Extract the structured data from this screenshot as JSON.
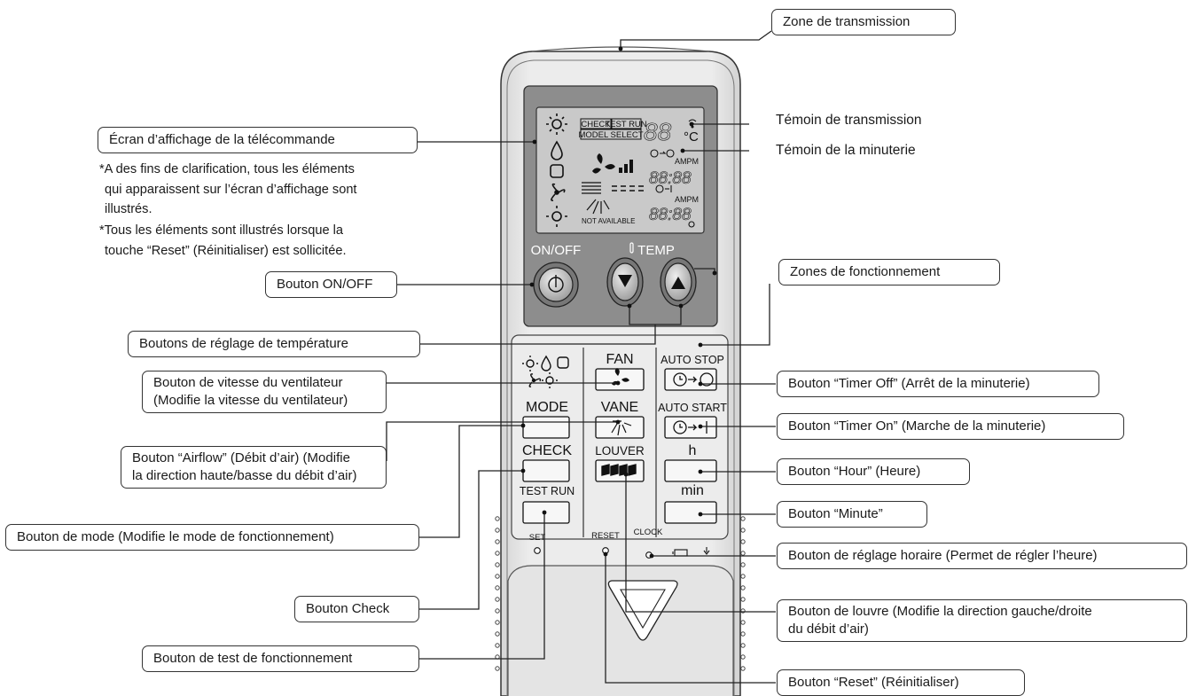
{
  "callouts": {
    "transmission_zone": "Zone de transmission",
    "display_screen": "Écran d’affichage de la télécommande",
    "on_off_button": "Bouton ON/OFF",
    "operation_zones": "Zones de fonctionnement",
    "temp_buttons": "Boutons de réglage de température",
    "fan_speed_button": [
      "Bouton de vitesse du ventilateur",
      "(Modifie la vitesse du ventilateur)"
    ],
    "timer_off_button": "Bouton “Timer Off” (Arrêt de la minuterie)",
    "timer_on_button": "Bouton “Timer On” (Marche de la minuterie)",
    "airflow_button": [
      "Bouton “Airflow” (Débit d’air) (Modifie",
      "la direction haute/basse du débit d’air)"
    ],
    "hour_button": "Bouton “Hour” (Heure)",
    "minute_button": "Bouton “Minute”",
    "mode_button": "Bouton de mode (Modifie le mode de fonctionnement)",
    "clock_button": "Bouton de réglage horaire (Permet de régler l’heure)",
    "check_button": "Bouton Check",
    "louver_button": [
      "Bouton de louvre (Modifie la direction gauche/droite",
      "du débit d’air)"
    ],
    "test_run_button": "Bouton de test de fonctionnement",
    "reset_button": "Bouton “Reset” (Réinitialiser)"
  },
  "annotations": {
    "transmission_indicator": "Témoin de transmission",
    "timer_indicator": "Témoin de la minuterie"
  },
  "notes": {
    "note1_lines": [
      "*A des fins de clarification, tous les éléments",
      "qui apparaissent sur l’écran d’affichage sont",
      "illustrés."
    ],
    "note2_lines": [
      "*Tous les éléments sont illustrés lorsque la",
      "touche “Reset” (Réinitialiser) est sollicitée."
    ]
  },
  "remote": {
    "lcd": {
      "check": "CHECK",
      "test_run": "TEST RUN",
      "model_select": "MODEL SELECT",
      "temp_digits": "88",
      "temp_unit": "°C",
      "am_pm_1": "AMPM",
      "am_pm_2": "AMPM",
      "clock_digits_1": "88:88",
      "clock_digits_2": "88:88",
      "not_available": "NOT AVAILABLE"
    },
    "labels": {
      "on_off": "ON/OFF",
      "temp": "TEMP",
      "fan": "FAN",
      "vane": "VANE",
      "louver": "LOUVER",
      "mode": "MODE",
      "check": "CHECK",
      "test_run": "TEST RUN",
      "auto_stop": "AUTO STOP",
      "auto_start": "AUTO START",
      "hour": "h",
      "minute": "min",
      "set": "SET",
      "reset": "RESET",
      "clock": "CLOCK"
    },
    "colors": {
      "body": "#e6e6e6",
      "screen_bezel": "#8d8d8d",
      "lcd": "#c9c9c9"
    }
  }
}
